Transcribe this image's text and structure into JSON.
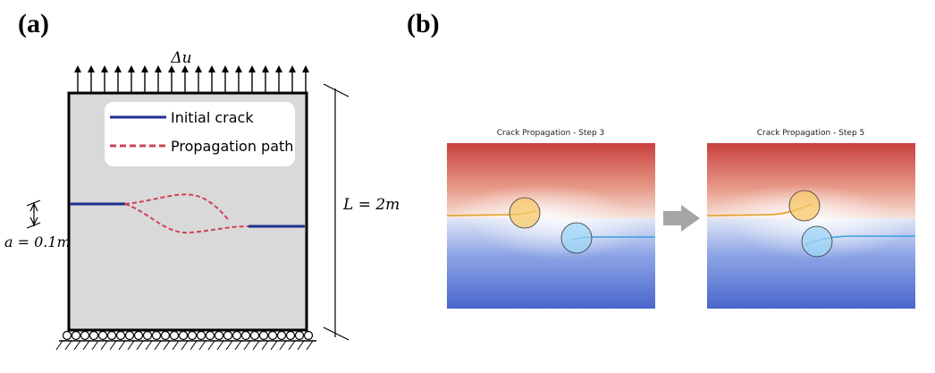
{
  "panel_a": {
    "label": "(a)",
    "load_label": "Δu",
    "legend": {
      "initial_crack": "Initial crack",
      "propagation_path": "Propagation path"
    },
    "crack_size_label": "a = 0.1m",
    "length_label": "L = 2m"
  },
  "panel_b": {
    "label": "(b)",
    "left_title": "Crack Propagation - Step 3",
    "right_title": "Crack Propagation - Step 5"
  },
  "colors": {
    "plate_fill": "#d9d9d9",
    "initial_crack": "#1f2f8f",
    "propagation_path": "#cc4455",
    "hot": "#d23a3a",
    "cold": "#4f6fd6",
    "crack_orange": "#e0a020",
    "crack_blue": "#3aa0e0",
    "arrow_gray": "#a6a6a6"
  }
}
